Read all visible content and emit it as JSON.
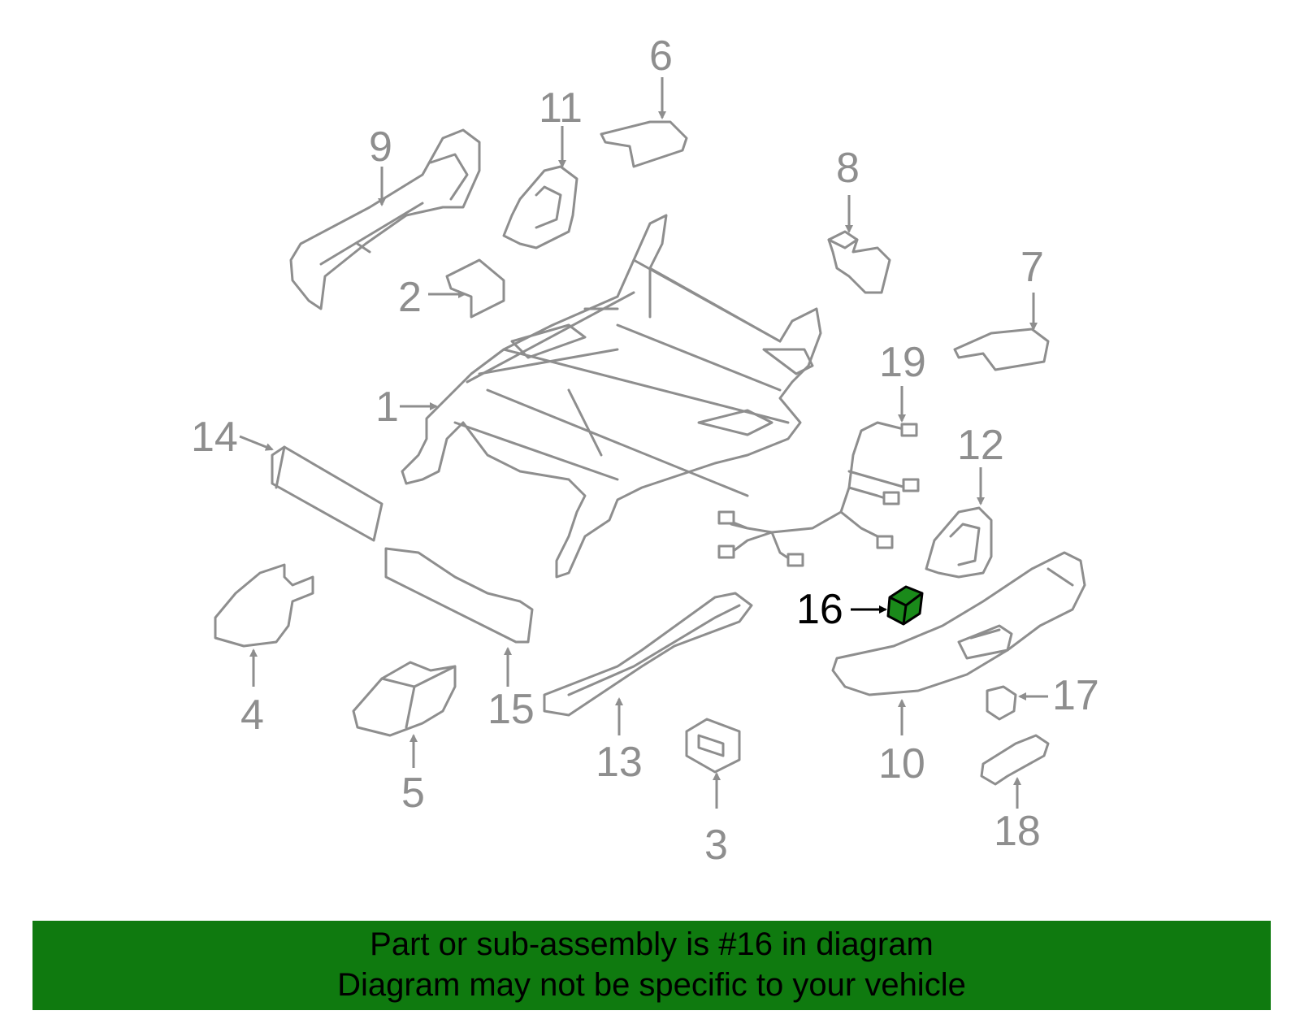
{
  "callouts": {
    "c1": "1",
    "c2": "2",
    "c3": "3",
    "c4": "4",
    "c5": "5",
    "c6": "6",
    "c7": "7",
    "c8": "8",
    "c9": "9",
    "c10": "10",
    "c11": "11",
    "c12": "12",
    "c13": "13",
    "c14": "14",
    "c15": "15",
    "c16": "16",
    "c17": "17",
    "c18": "18",
    "c19": "19"
  },
  "highlighted_part": "16",
  "colors": {
    "line": "#8e8e8e",
    "highlight_fill": "#1a8a1a",
    "banner": "#0f7a0f",
    "banner_text": "#000000"
  },
  "banner": {
    "line1": "Part or sub-assembly is #16 in diagram",
    "line2": "Diagram may not be specific to your vehicle"
  }
}
